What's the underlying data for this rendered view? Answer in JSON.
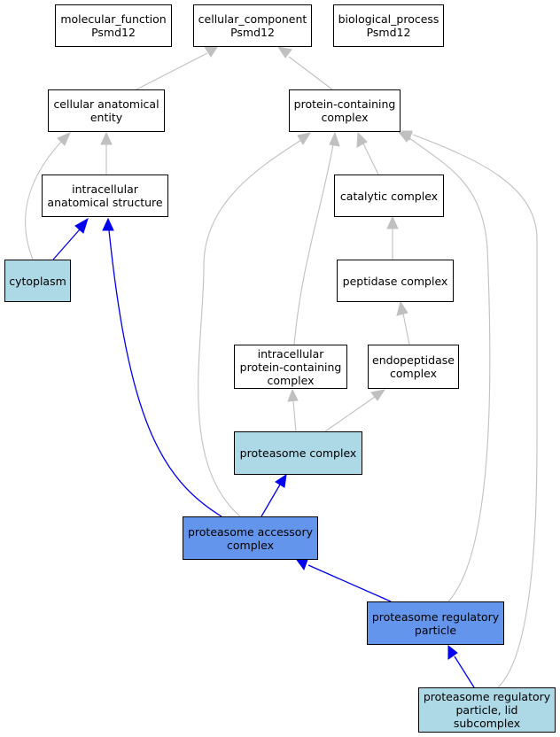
{
  "diagram": {
    "colors": {
      "gray_edge": "#c0c0c0",
      "blue_edge": "#0000ee",
      "white_node": "#ffffff",
      "light_blue_node": "#add8e6",
      "cornflower_node": "#6495ed",
      "border": "#000000"
    },
    "nodes": {
      "molecular_function": "molecular_function\nPsmd12",
      "cellular_component": "cellular_component\nPsmd12",
      "biological_process": "biological_process\nPsmd12",
      "cellular_anatomical_entity": "cellular anatomical\nentity",
      "protein_containing_complex": "protein-containing\ncomplex",
      "intracellular_anatomical_structure": "intracellular\nanatomical structure",
      "catalytic_complex": "catalytic complex",
      "cytoplasm": "cytoplasm",
      "peptidase_complex": "peptidase complex",
      "intracellular_protein_containing_complex": "intracellular\nprotein-containing\ncomplex",
      "endopeptidase_complex": "endopeptidase\ncomplex",
      "proteasome_complex": "proteasome complex",
      "proteasome_accessory_complex": "proteasome accessory\ncomplex",
      "proteasome_regulatory_particle": "proteasome regulatory\nparticle",
      "proteasome_regulatory_particle_lid": "proteasome regulatory\nparticle, lid\nsubcomplex"
    },
    "edges": [
      {
        "from": "cellular_anatomical_entity",
        "to": "cellular_component",
        "style": "gray"
      },
      {
        "from": "protein_containing_complex",
        "to": "cellular_component",
        "style": "gray"
      },
      {
        "from": "intracellular_anatomical_structure",
        "to": "cellular_anatomical_entity",
        "style": "gray"
      },
      {
        "from": "cytoplasm",
        "to": "cellular_anatomical_entity",
        "style": "gray"
      },
      {
        "from": "cytoplasm",
        "to": "intracellular_anatomical_structure",
        "style": "blue"
      },
      {
        "from": "catalytic_complex",
        "to": "protein_containing_complex",
        "style": "gray"
      },
      {
        "from": "peptidase_complex",
        "to": "catalytic_complex",
        "style": "gray"
      },
      {
        "from": "endopeptidase_complex",
        "to": "peptidase_complex",
        "style": "gray"
      },
      {
        "from": "intracellular_protein_containing_complex",
        "to": "protein_containing_complex",
        "style": "gray"
      },
      {
        "from": "proteasome_complex",
        "to": "intracellular_protein_containing_complex",
        "style": "gray"
      },
      {
        "from": "proteasome_complex",
        "to": "endopeptidase_complex",
        "style": "gray"
      },
      {
        "from": "proteasome_accessory_complex",
        "to": "proteasome_complex",
        "style": "blue"
      },
      {
        "from": "proteasome_accessory_complex",
        "to": "intracellular_anatomical_structure",
        "style": "blue"
      },
      {
        "from": "proteasome_accessory_complex",
        "to": "protein_containing_complex",
        "style": "gray"
      },
      {
        "from": "proteasome_regulatory_particle",
        "to": "proteasome_accessory_complex",
        "style": "blue"
      },
      {
        "from": "proteasome_regulatory_particle",
        "to": "protein_containing_complex",
        "style": "gray"
      },
      {
        "from": "proteasome_regulatory_particle_lid",
        "to": "proteasome_regulatory_particle",
        "style": "blue"
      },
      {
        "from": "proteasome_regulatory_particle_lid",
        "to": "protein_containing_complex",
        "style": "gray"
      }
    ]
  }
}
